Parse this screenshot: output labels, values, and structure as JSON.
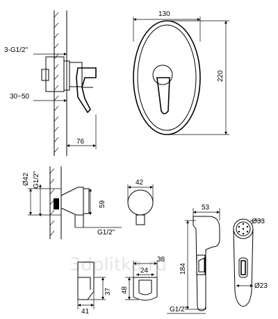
{
  "watermark": "3dplitka.ru",
  "dimensions": {
    "thread_3g": "3-G1/2\"",
    "width_130": "130",
    "height_220": "220",
    "depth_30_50": "30~50",
    "depth_76": "76",
    "diam_42": "Ø42",
    "thread_g12_vertical": "G1/2\"",
    "height_59": "59",
    "thread_g12_outlet": "G1/2\"",
    "width_42_top": "42",
    "width_53": "53",
    "diam_33": "Ø33",
    "height_184": "184",
    "width_38": "38",
    "width_24": "24",
    "height_37": "37",
    "height_48": "48",
    "width_41": "41",
    "diam_23": "Ø23",
    "thread_g12_bottom": "G1/2\""
  }
}
